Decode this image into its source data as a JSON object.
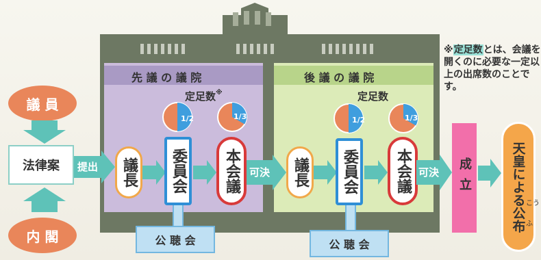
{
  "colors": {
    "building": "#6d7863",
    "first_house": "#cbbcdc",
    "second_house": "#dcebb8",
    "arrow": "#5ec2b8",
    "speaker_border": "#f1a84a",
    "committee_border": "#2f8fd6",
    "plenary_border": "#d83a3a",
    "established": "#f26faa",
    "promulgation": "#f4a64a"
  },
  "labels": {
    "member": "議 員",
    "cabinet": "内 閣",
    "bill": "法律案",
    "submit": "提出",
    "first_house": "先 議 の 議 院",
    "second_house": "後 議 の 議 院",
    "quorum_first": "定足数",
    "quorum_mark": "※",
    "quorum_second": "定足数",
    "speaker": "議長",
    "committee": "委員会",
    "plenary": "本会議",
    "passed": "可決",
    "public_hearing": "公 聴 会",
    "established": "成立",
    "promulgation": "天皇による公布",
    "ruby": "こう",
    "ruby2": "ふ",
    "fraction_half": "1/2",
    "fraction_third": "1/3"
  },
  "note": {
    "prefix": "※",
    "highlight": "定足数",
    "body": "とは、会議を開くのに必要な一定以上の出席数のことです。"
  },
  "pies": {
    "half": 0.5,
    "third": 0.3333
  }
}
